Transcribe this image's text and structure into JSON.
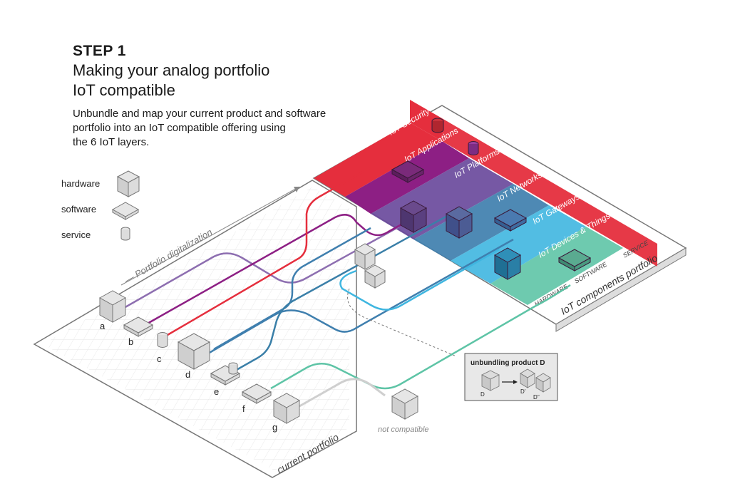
{
  "header": {
    "step": "STEP 1",
    "title_line1": "Making your analog portfolio",
    "title_line2": "IoT compatible",
    "intro_line1": "Unbundle and map your current product and software",
    "intro_line2": "portfolio into an IoT compatible offering using",
    "intro_line3": "the 6 IoT layers."
  },
  "legend": {
    "hardware": "hardware",
    "software": "software",
    "service": "service"
  },
  "labels": {
    "digitalization": "— Portfolio digitalization",
    "current_portfolio": "current portfolio",
    "components_portfolio": "IoT components portfolio",
    "hardware_col": "HARDWARE",
    "software_col": "SOFTWARE",
    "service_col": "SERVICE",
    "not_compatible": "not compatible"
  },
  "layers": [
    {
      "name": "IoT Security",
      "color": "#e52e3d"
    },
    {
      "name": "IoT Applications",
      "color": "#8d1f84"
    },
    {
      "name": "IoT Platforms",
      "color": "#6a4a9c"
    },
    {
      "name": "IoT Networks",
      "color": "#3f7fae"
    },
    {
      "name": "IoT Gateways",
      "color": "#3fb6e0"
    },
    {
      "name": "IoT Devices & Things",
      "color": "#5ec4a6"
    }
  ],
  "products": [
    "a",
    "b",
    "c",
    "d",
    "e",
    "f",
    "g"
  ],
  "unbundling": {
    "title": "unbundling  product D",
    "d": "D",
    "d1": "D'",
    "d2": "D''"
  }
}
